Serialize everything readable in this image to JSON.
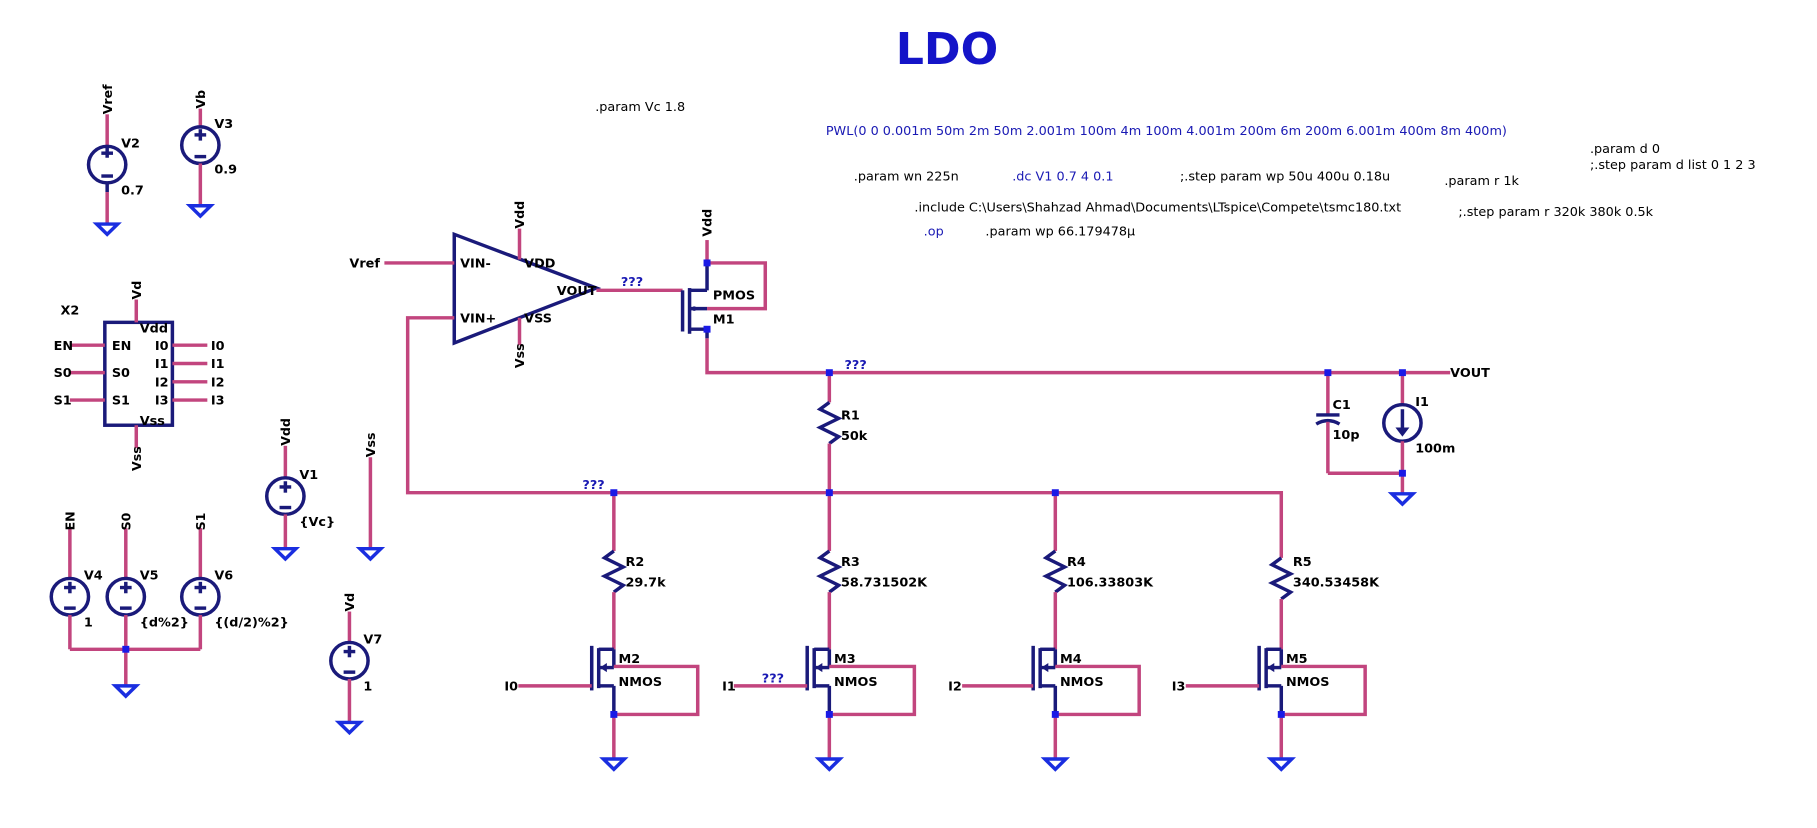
{
  "title": "LDO",
  "directives": {
    "param_vc": ".param Vc 1.8",
    "pwl": "PWL(0 0 0.001m 50m 2m 50m 2.001m 100m 4m 100m 4.001m 200m 6m 200m 6.001m 400m 8m 400m)",
    "param_d": ".param d 0",
    "step_d": ";.step param d list 0 1 2 3",
    "param_wn": ".param wn 225n",
    "dc": ".dc V1 0.7 4 0.1",
    "step_wp": ";.step param wp 50u 400u 0.18u",
    "param_r": ".param r 1k",
    "include": ".include C:\\Users\\Shahzad Ahmad\\Documents\\LTspice\\Compete\\tsmc180.txt",
    "step_r": ";.step param r 320k 380k 0.5k",
    "op": ".op",
    "param_wp": ".param wp 66.179478µ"
  },
  "net_unknown": "???",
  "sources": {
    "v2": {
      "name": "V2",
      "value": "0.7",
      "net": "Vref"
    },
    "v3": {
      "name": "V3",
      "value": "0.9",
      "net": "Vb"
    },
    "v1": {
      "name": "V1",
      "value": "{Vc}",
      "net": "Vdd"
    },
    "vss_net": "Vss",
    "v4": {
      "name": "V4",
      "value": "1",
      "net": "EN"
    },
    "v5": {
      "name": "V5",
      "value": "{d%2}",
      "net": "S0"
    },
    "v6": {
      "name": "V6",
      "value": "{(d/2)%2}",
      "net": "S1"
    },
    "v7": {
      "name": "V7",
      "value": "1",
      "net": "Vd"
    }
  },
  "decoder": {
    "name": "X2",
    "vdd_net": "Vd",
    "vdd_pin": "Vdd",
    "vss_net": "Vss",
    "vss_pin": "Vss",
    "inputs": [
      {
        "net": "EN",
        "pin": "EN"
      },
      {
        "net": "S0",
        "pin": "S0"
      },
      {
        "net": "S1",
        "pin": "S1"
      }
    ],
    "outputs": [
      {
        "net": "I0",
        "pin": "I0"
      },
      {
        "net": "I1",
        "pin": "I1"
      },
      {
        "net": "I2",
        "pin": "I2"
      },
      {
        "net": "I3",
        "pin": "I3"
      }
    ]
  },
  "opamp": {
    "vref_net": "Vref",
    "vdd_net": "Vdd",
    "vss_net": "Vss",
    "pin_vin_minus": "VIN-",
    "pin_vin_plus": "VIN+",
    "pin_vdd": "VDD",
    "pin_vss": "VSS",
    "pin_vout": "VOUT"
  },
  "pmos": {
    "name": "M1",
    "model": "PMOS",
    "net": "Vdd"
  },
  "out_net": "VOUT",
  "r1": {
    "name": "R1",
    "value": "50k"
  },
  "c1": {
    "name": "C1",
    "value": "10p"
  },
  "i1": {
    "name": "I1",
    "value": "100m"
  },
  "branches": [
    {
      "r": "R2",
      "rv": "29.7k",
      "m": "M2",
      "model": "NMOS",
      "gate": "I0"
    },
    {
      "r": "R3",
      "rv": "58.731502K",
      "m": "M3",
      "model": "NMOS",
      "gate": "I1"
    },
    {
      "r": "R4",
      "rv": "106.33803K",
      "m": "M4",
      "model": "NMOS",
      "gate": "I2"
    },
    {
      "r": "R5",
      "rv": "340.53458K",
      "m": "M5",
      "model": "NMOS",
      "gate": "I3"
    }
  ],
  "colors": {
    "wire": "#c2457e",
    "component": "#1a1a7a",
    "ground": "#1a2ee0",
    "title": "#1414c8",
    "junction": "#1a1ae6"
  }
}
